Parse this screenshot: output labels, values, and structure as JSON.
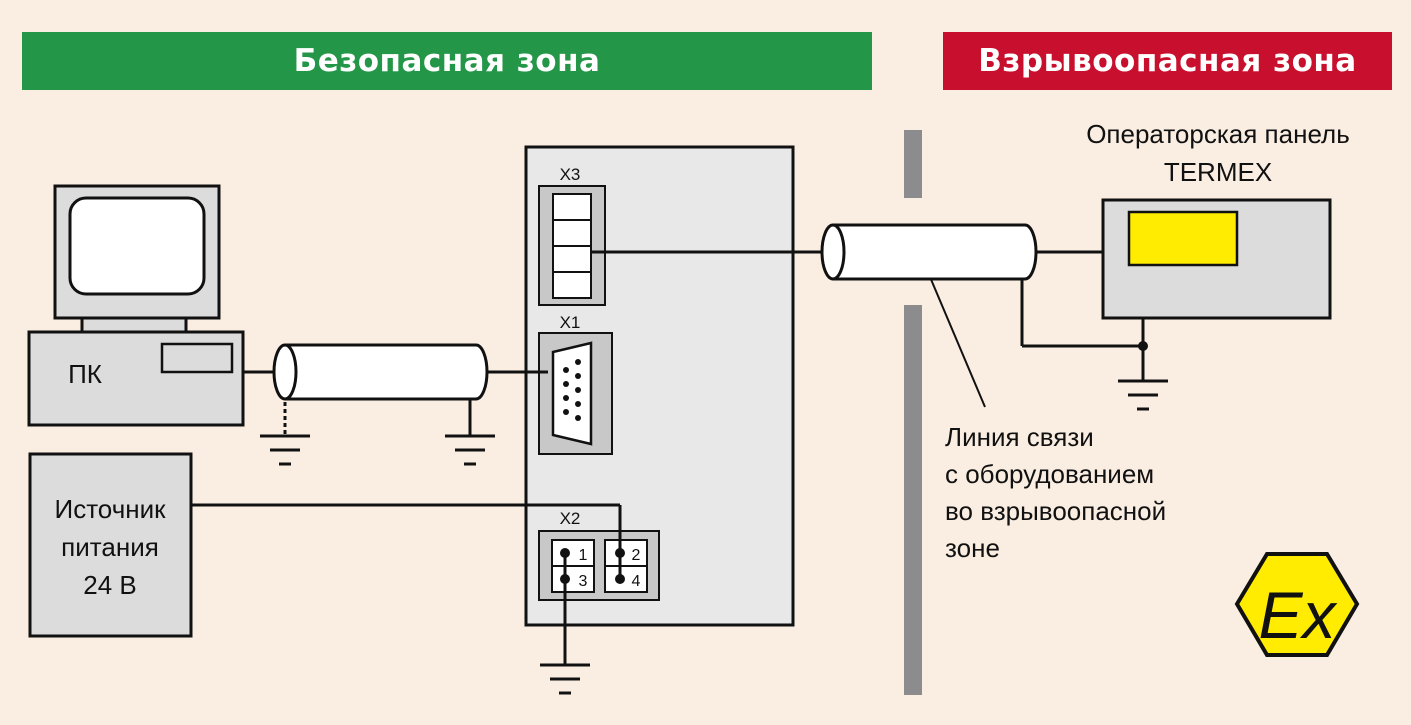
{
  "colors": {
    "background": "#faeee3",
    "safe_zone": "#239648",
    "hazard_zone": "#c8102e",
    "device_fill": "#dcdcdc",
    "panel_screen": "#ffec00",
    "barrier": "#8c8c8e",
    "ex_badge": "#ffec00"
  },
  "zones": {
    "safe": "Безопасная зона",
    "hazardous": "Взрывоопасная зона"
  },
  "pc": {
    "label": "ПК",
    "icon": "desktop-computer-icon"
  },
  "power_supply": {
    "line1": "Источник",
    "line2": "питания",
    "line3": "24 В"
  },
  "connectors": {
    "x1": "X1",
    "x2": "X2",
    "x3": "X3",
    "terminals": [
      "1",
      "2",
      "3",
      "4"
    ]
  },
  "panel": {
    "line1": "Операторская панель",
    "line2": "TERMEX"
  },
  "comm_line": {
    "line1": "Линия связи",
    "line2": "с оборудованием",
    "line3": "во взрывоопасной",
    "line4": "зоне"
  },
  "ex_mark": {
    "text": "Ex",
    "icon": "ex-hexagon-icon"
  }
}
